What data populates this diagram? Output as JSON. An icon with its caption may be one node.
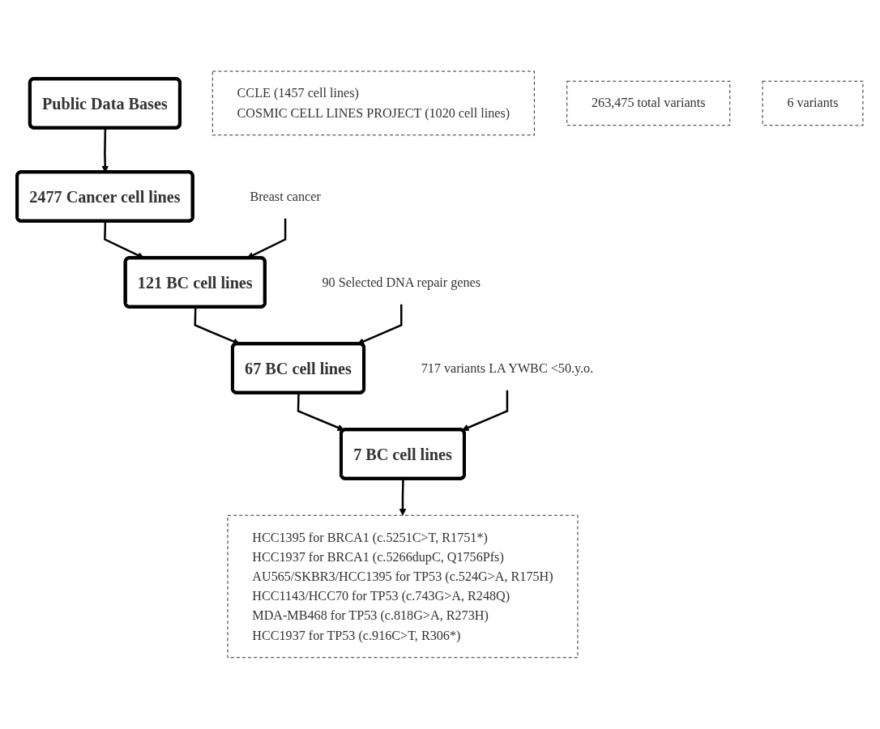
{
  "diagram": {
    "nodes": [
      {
        "text": [
          "Public  Data Bases"
        ]
      },
      {
        "text": [
          "CCLE (1457 cell lines)",
          "COSMIC CELL LINES PROJECT (1020 cell lines)"
        ]
      },
      {
        "text": [
          "2477 Cancer cell lines"
        ]
      },
      {
        "text": [
          "Breast cancer"
        ]
      },
      {
        "text": [
          "263,475 total variants"
        ]
      },
      {
        "text": [
          "121 BC cell  lines"
        ]
      },
      {
        "text": [
          "90 Selected  DNA repair genes"
        ]
      },
      {
        "text": [
          "67 BC cell lines"
        ]
      },
      {
        "text": [
          "717 variants LA YWBC <50.y.o."
        ]
      },
      {
        "text": [
          "6 variants"
        ]
      },
      {
        "text": [
          "7 BC cell  lines"
        ]
      },
      {
        "text": [
          "HCC1395 for BRCA1 (c.5251C>T, R1751*)",
          "HCC1937 for BRCA1 (c.5266dupC, Q1756Pfs)",
          "AU565/SKBR3/HCC1395 for TP53 (c.524G>A, R175H)",
          "HCC1143/HCC70 for TP53 (c.743G>A, R248Q)",
          "MDA-MB468 for TP53 (c.818G>A, R273H)",
          "HCC1937 for TP53 (c.916C>T, R306*)"
        ]
      }
    ],
    "edges": [
      {
        "from": 0,
        "to": 2,
        "arrow": "to"
      },
      {
        "from": 2,
        "to": 5,
        "arrow": "to"
      },
      {
        "from": 3,
        "to": 5,
        "arrow": "to"
      },
      {
        "from": 5,
        "to": 7,
        "arrow": "to"
      },
      {
        "from": 6,
        "to": 7,
        "arrow": "to"
      },
      {
        "from": 7,
        "to": 10,
        "arrow": "to"
      },
      {
        "from": 8,
        "to": 10,
        "arrow": "to"
      },
      {
        "from": 10,
        "to": 11,
        "arrow": "to"
      }
    ]
  }
}
